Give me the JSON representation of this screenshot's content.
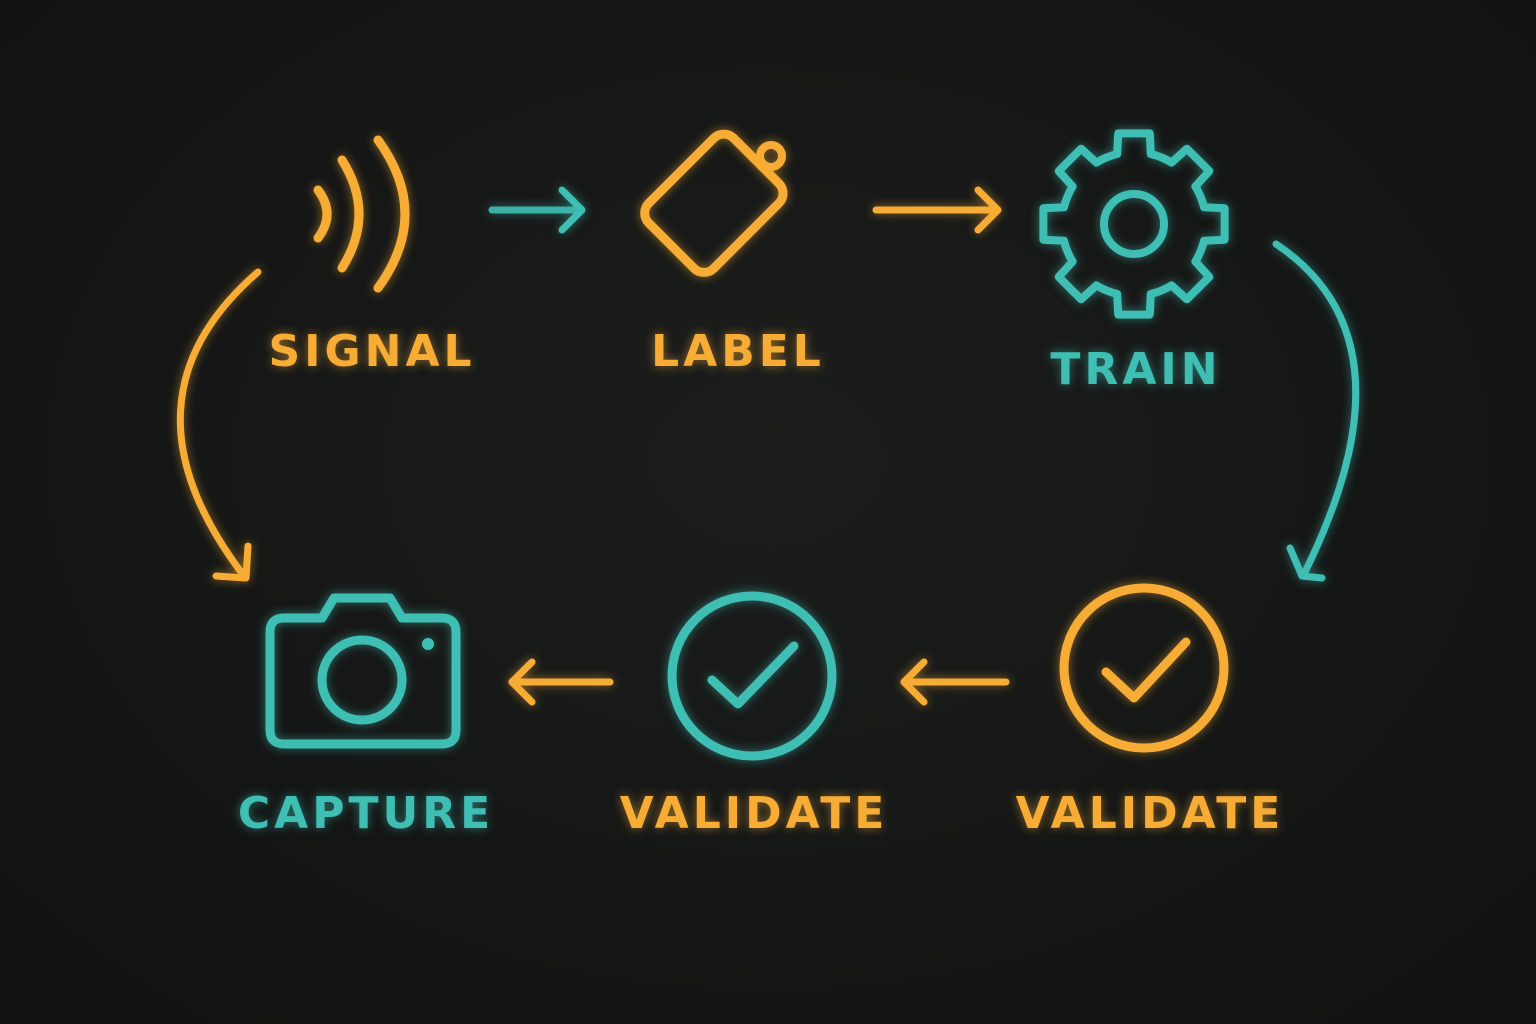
{
  "colors": {
    "amber": "#f7ad35",
    "teal": "#3fbfb4",
    "background": "#141615"
  },
  "nodes": {
    "signal": {
      "label": "SIGNAL",
      "icon": "signal-waves-icon",
      "color": "amber"
    },
    "label": {
      "label": "LABEL",
      "icon": "tag-icon",
      "color": "amber"
    },
    "train": {
      "label": "TRAIN",
      "icon": "gear-icon",
      "color": "teal"
    },
    "validate_right": {
      "label": "VALIDATE",
      "icon": "check-circle-icon",
      "color": "amber"
    },
    "validate_middle": {
      "label": "VALIDATE",
      "icon": "check-circle-icon",
      "color": "teal"
    },
    "capture": {
      "label": "CAPTURE",
      "icon": "camera-icon",
      "color": "teal"
    }
  },
  "edges": [
    {
      "from": "signal",
      "to": "label",
      "color": "teal"
    },
    {
      "from": "label",
      "to": "train",
      "color": "amber"
    },
    {
      "from": "train",
      "to": "validate_right",
      "color": "teal"
    },
    {
      "from": "validate_right",
      "to": "validate_middle",
      "color": "amber"
    },
    {
      "from": "validate_middle",
      "to": "capture",
      "color": "amber"
    },
    {
      "from": "signal",
      "to": "capture",
      "color": "amber"
    }
  ]
}
